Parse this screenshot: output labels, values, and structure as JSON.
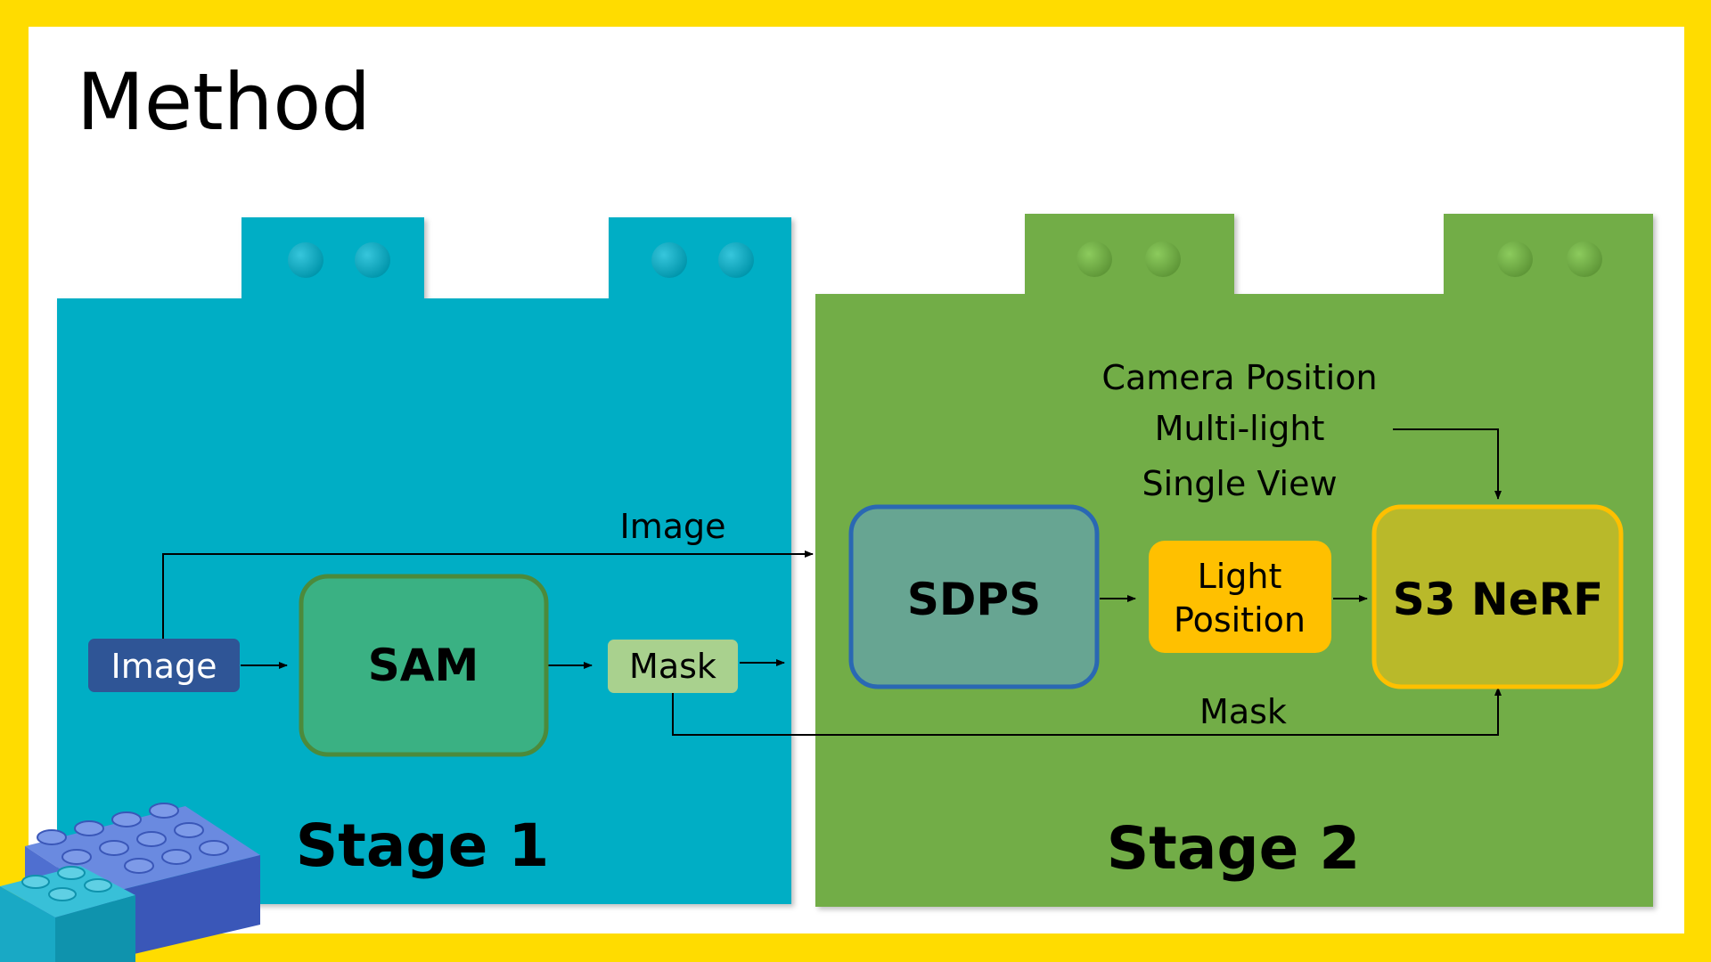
{
  "title": "Method",
  "colors": {
    "background": "#ffdc00",
    "slide": "#ffffff",
    "stage1": "#00aec5",
    "stage2": "#72ad46",
    "sam": "#3ab183",
    "sam_border": "#4c8a3b",
    "sdps": "#67a592",
    "sdps_border": "#2a68b3",
    "light": "#ffc000",
    "nerf": "#b9b92a",
    "nerf_border": "#ffc000",
    "image_box": "#2f5596",
    "mask_box": "#a9d18e",
    "lego_blue": "#4f6fd0",
    "lego_cyan": "#19a9c5"
  },
  "stage1": {
    "label": "Stage 1",
    "input_image": "Image",
    "sam": "SAM",
    "mask": "Mask",
    "image_arrow_label": "Image"
  },
  "stage2": {
    "label": "Stage 2",
    "inputs": [
      "Camera Position",
      "Multi-light",
      "Single View"
    ],
    "sdps": "SDPS",
    "light_line1": "Light",
    "light_line2": "Position",
    "nerf": "S3 NeRF",
    "mask_arrow_label": "Mask"
  }
}
